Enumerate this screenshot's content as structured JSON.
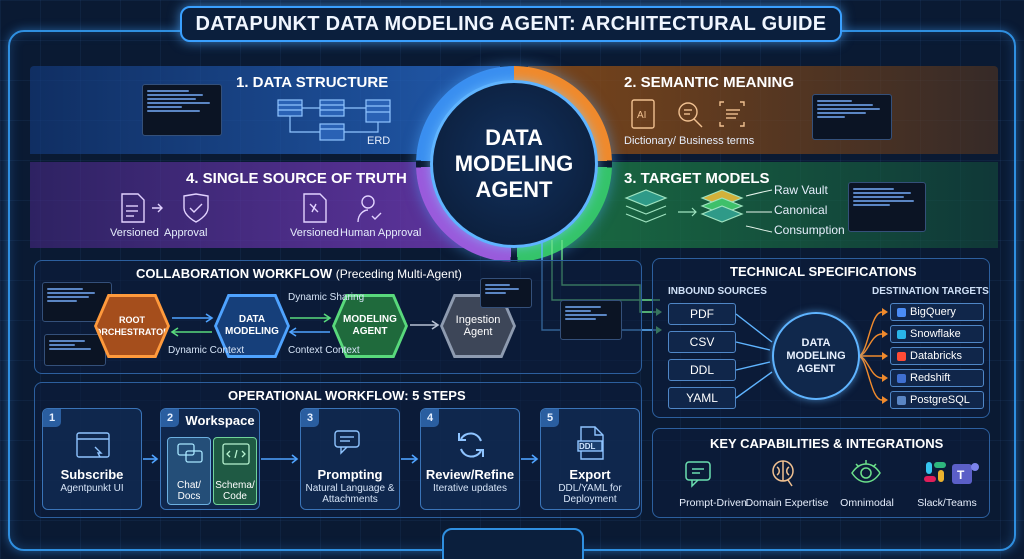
{
  "title": "DATAPUNKT DATA MODELING AGENT: ARCHITECTURAL GUIDE",
  "center": {
    "line1": "DATA",
    "line2": "MODELING",
    "line3": "AGENT"
  },
  "quadrants": {
    "q1": {
      "title": "1. DATA STRUCTURE",
      "caption": "ERD"
    },
    "q2": {
      "title": "2. SEMANTIC MEANING",
      "caption": "Dictionary/ Business terms"
    },
    "q3": {
      "title": "3. TARGET MODELS",
      "layers": [
        "Raw Vault",
        "Canonical",
        "Consumption"
      ]
    },
    "q4": {
      "title": "4. SINGLE SOURCE OF TRUTH",
      "labels": [
        "Versioned",
        "Approval",
        "Versioned",
        "Human Approval"
      ]
    }
  },
  "collab": {
    "title": "COLLABORATION WORKFLOW",
    "subtitle": "(Preceding Multi-Agent)",
    "nodes": [
      "ROOT ORCHESTRATOR",
      "DATA MODELING",
      "MODELING AGENT",
      "Ingestion Agent"
    ],
    "labels": {
      "dynamic_context": "Dynamic Context",
      "dynamic_sharing": "Dynamic Sharing",
      "context_context": "Context Context"
    }
  },
  "ops": {
    "title": "OPERATIONAL WORKFLOW: 5 STEPS",
    "steps": [
      {
        "num": "1",
        "title": "Subscribe",
        "sub": "Agentpunkt UI"
      },
      {
        "num": "2",
        "title": "Workspace",
        "cards": [
          "Chat/ Docs",
          "Schema/ Code"
        ]
      },
      {
        "num": "3",
        "title": "Prompting",
        "sub": "Natural Language & Attachments"
      },
      {
        "num": "4",
        "title": "Review/Refine",
        "sub": "Iterative updates"
      },
      {
        "num": "5",
        "title": "Export",
        "sub": "DDL/YAML for Deployment",
        "icon_text": "DDL"
      }
    ]
  },
  "tech": {
    "title": "TECHNICAL SPECIFICATIONS",
    "inbound_title": "INBOUND SOURCES",
    "dest_title": "DESTINATION TARGETS",
    "sources": [
      "PDF",
      "CSV",
      "DDL",
      "YAML"
    ],
    "agent": {
      "line1": "DATA",
      "line2": "MODELING",
      "line3": "AGENT"
    },
    "targets": [
      {
        "name": "BigQuery",
        "color": "#4a8cf5"
      },
      {
        "name": "Snowflake",
        "color": "#29b5e8"
      },
      {
        "name": "Databricks",
        "color": "#ff4b36"
      },
      {
        "name": "Redshift",
        "color": "#3f6fd0"
      },
      {
        "name": "PostgreSQL",
        "color": "#5a86c4"
      }
    ]
  },
  "capabilities": {
    "title": "KEY CAPABILITIES & INTEGRATIONS",
    "items": [
      "Prompt-Driven",
      "Domain Expertise",
      "Omnimodal",
      "Slack/Teams"
    ]
  }
}
